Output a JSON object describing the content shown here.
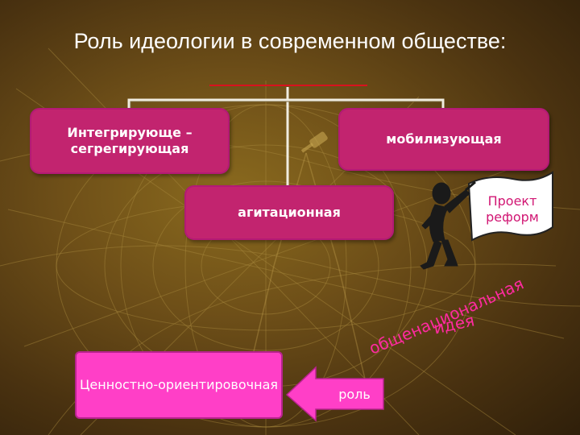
{
  "slide": {
    "title": "Роль идеологии в современном обществе:",
    "boxes": {
      "integrating": "Интегрирующе – сегрегирующая",
      "mobilizing": "мобилизующая",
      "agitational": "агитационная",
      "value_oriented": "Ценностно-ориентировочная"
    },
    "flag_text": "Проект реформ",
    "curved_text": "общенациональная",
    "idea_text": "идея",
    "role_label": "роль"
  },
  "colors": {
    "box_dark": "#c2246f",
    "box_bright": "#ff3fc7",
    "text_pink": "#ff2aa0",
    "underline": "#d8121e",
    "connector": "#f0ece0"
  }
}
